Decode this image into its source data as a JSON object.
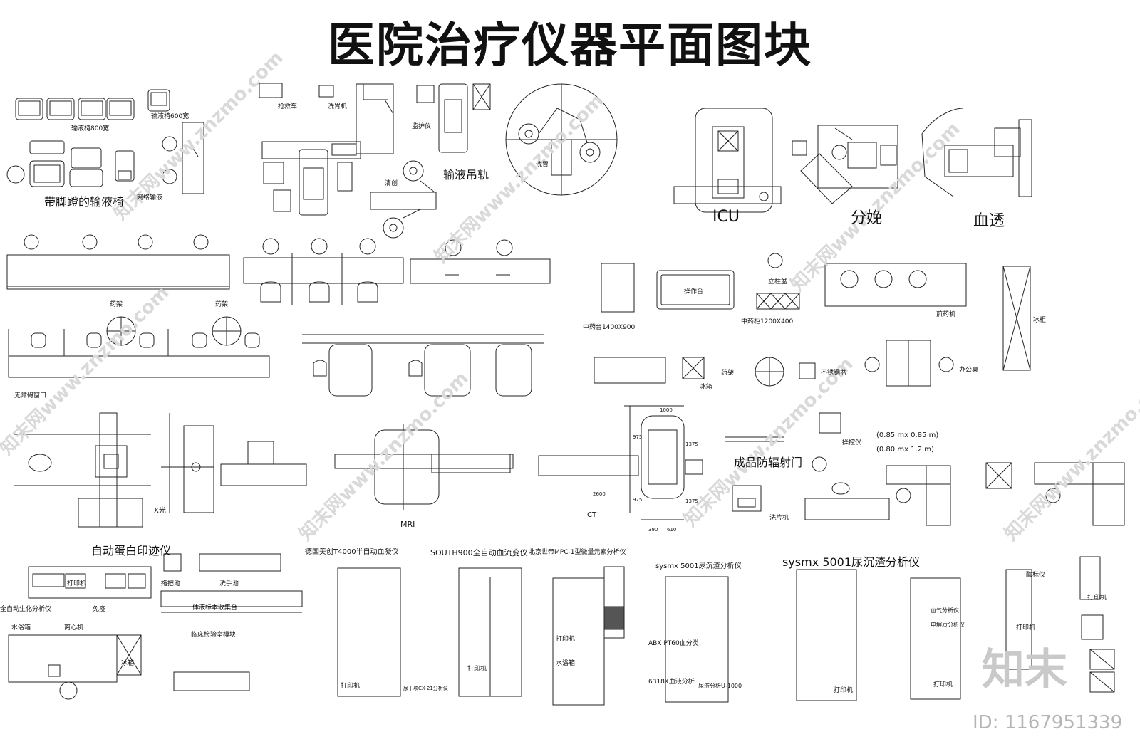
{
  "title": "医院治疗仪器平面图块",
  "labels": {
    "chairs_800": "输液椅800宽",
    "chair_600": "输液椅600宽",
    "footrest_chair": "带脚蹬的输液椅",
    "network_infusion": "网络输液",
    "rescue_cart": "抢救车",
    "gastric_lavage_machine": "洗胃机",
    "monitor": "监护仪",
    "curettage": "清创",
    "infusion_rail": "输液吊轨",
    "gastric_lavage": "洗胃",
    "icu": "ICU",
    "delivery": "分娩",
    "dialysis": "血透",
    "medicine_rack_1": "药架",
    "medicine_rack_2": "药架",
    "barrier_free_window": "无障碍窗口",
    "herbal_table": "中药台1400X900",
    "operating_table": "操作台",
    "column_basin": "立柱盆",
    "herbal_cabinet": "中药柜1200X400",
    "decoction_machine": "煎药机",
    "freezer_label": "冰柜",
    "ice_box": "冰箱",
    "medicine_rack_3": "药架",
    "steel_basin": "不锈钢盆",
    "office_chair": "办公桌",
    "mri": "MRI",
    "xray": "X光",
    "ct": "CT",
    "dim_1000": "1000",
    "dim_975a": "975",
    "dim_1375a": "1375",
    "dim_2600": "2600",
    "dim_975b": "975",
    "dim_1375b": "1375",
    "dim_390": "390",
    "dim_610": "610",
    "control_panel": "操控仪",
    "dim_085": "(0.85   mx  0.85   m)",
    "dim_080": "(0.80   mx  1.2   m)",
    "radiation_door": "成品防辐射门",
    "film_washer": "洗片机",
    "auto_protein": "自动蛋白印迹仪",
    "printer_a": "打印机",
    "immune": "免疫",
    "auto_biochem": "全自动生化分析仪",
    "water_bath": "水浴箱",
    "centrifuge": "离心机",
    "fridge_small": "冰箱",
    "mop_pool": "拖把池",
    "wash_pool": "洗手池",
    "specimen_table": "体液标本收集台",
    "clinic_lab": "临床检验室模块",
    "germany_t4000": "德国美创T4000半自动血凝仪",
    "urine_cx21": "尿十项CX-21分析仪",
    "south900": "SOUTH900全自动血流变仪",
    "beijing_mpc1": "北京世帝MPC-1型微量元素分析仪",
    "printer_b": "打印机",
    "printer_c": "打印机",
    "printer_d": "打印机",
    "water_bath_b": "水浴箱",
    "sysmx_small": "sysmx 5001尿沉渣分析仪",
    "abx": "ABX PT60血分类",
    "k6318": "6318K血液分析",
    "uf1000": "尿液分析U-1000",
    "sysmx_big": "sysmx 5001尿沉渣分析仪",
    "blood_gas": "血气分析仪",
    "electrolyte": "电解质分析仪",
    "printer_e": "打印机",
    "printer_f": "打印机",
    "elisa": "酶标仪",
    "printer_g": "打印机",
    "printer_h": "打印机",
    "watermark": "知末网www.znzmo.com",
    "logo": "知末",
    "id": "ID: 1167951339"
  }
}
